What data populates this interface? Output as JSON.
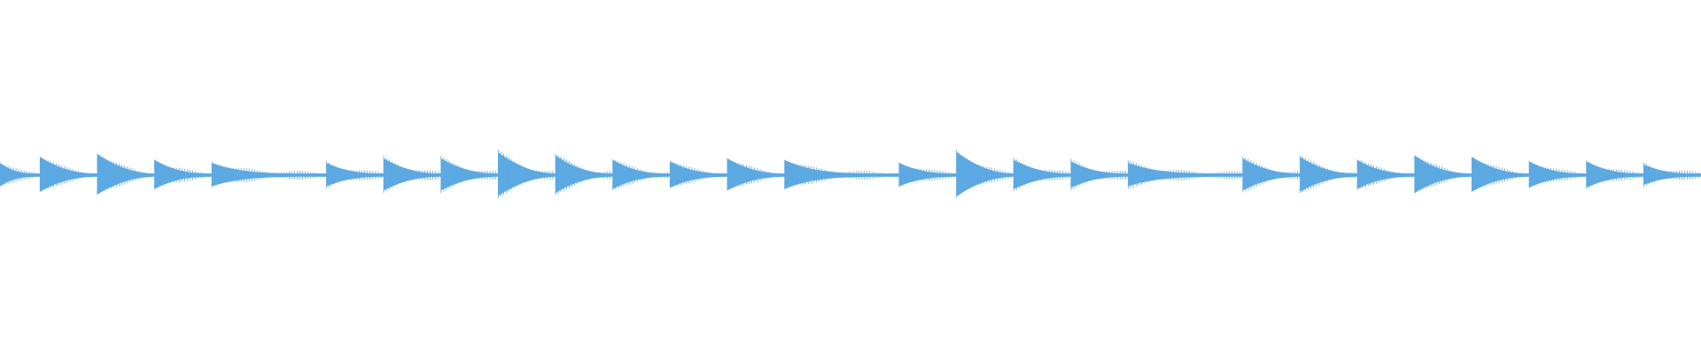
{
  "waveform": {
    "color": "#5DA9E2",
    "background": "#ffffff",
    "note_events": [
      {
        "amplitude": 0.35,
        "duration": 0.7,
        "decay": 0.35
      },
      {
        "amplitude": 0.55,
        "duration": 1.0,
        "decay": 0.45
      },
      {
        "amplitude": 0.65,
        "duration": 1.0,
        "decay": 0.5
      },
      {
        "amplitude": 0.45,
        "duration": 1.0,
        "decay": 0.4
      },
      {
        "amplitude": 0.35,
        "duration": 2.0,
        "decay": 0.25
      },
      {
        "amplitude": 0.35,
        "duration": 1.0,
        "decay": 0.4
      },
      {
        "amplitude": 0.5,
        "duration": 1.0,
        "decay": 0.45
      },
      {
        "amplitude": 0.5,
        "duration": 1.0,
        "decay": 0.45
      },
      {
        "amplitude": 0.7,
        "duration": 1.0,
        "decay": 0.5
      },
      {
        "amplitude": 0.6,
        "duration": 1.0,
        "decay": 0.45
      },
      {
        "amplitude": 0.45,
        "duration": 1.0,
        "decay": 0.4
      },
      {
        "amplitude": 0.4,
        "duration": 1.0,
        "decay": 0.4
      },
      {
        "amplitude": 0.5,
        "duration": 1.0,
        "decay": 0.45
      },
      {
        "amplitude": 0.45,
        "duration": 2.0,
        "decay": 0.25
      },
      {
        "amplitude": 0.35,
        "duration": 1.0,
        "decay": 0.4
      },
      {
        "amplitude": 0.72,
        "duration": 1.0,
        "decay": 0.5
      },
      {
        "amplitude": 0.45,
        "duration": 1.0,
        "decay": 0.45
      },
      {
        "amplitude": 0.4,
        "duration": 1.0,
        "decay": 0.4
      },
      {
        "amplitude": 0.35,
        "duration": 2.0,
        "decay": 0.25
      },
      {
        "amplitude": 0.5,
        "duration": 1.0,
        "decay": 0.45
      },
      {
        "amplitude": 0.55,
        "duration": 1.0,
        "decay": 0.45
      },
      {
        "amplitude": 0.45,
        "duration": 1.0,
        "decay": 0.4
      },
      {
        "amplitude": 0.6,
        "duration": 1.0,
        "decay": 0.45
      },
      {
        "amplitude": 0.55,
        "duration": 1.0,
        "decay": 0.45
      },
      {
        "amplitude": 0.4,
        "duration": 1.0,
        "decay": 0.4
      },
      {
        "amplitude": 0.4,
        "duration": 1.0,
        "decay": 0.4
      },
      {
        "amplitude": 0.3,
        "duration": 1.0,
        "decay": 0.35
      }
    ]
  }
}
